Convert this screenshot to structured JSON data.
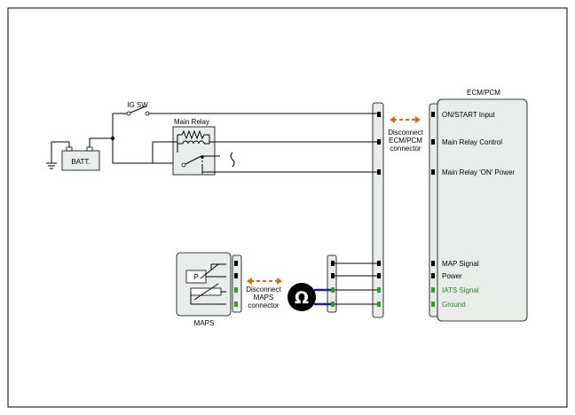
{
  "ecm": {
    "title": "ECM/PCM",
    "pins": [
      {
        "label": "ON/START Input",
        "color": "#000000"
      },
      {
        "label": "Main Relay Control",
        "color": "#000000"
      },
      {
        "label": "Main Relay 'ON' Power",
        "color": "#000000"
      },
      {
        "label": "MAP Signal",
        "color": "#000000"
      },
      {
        "label": "Power",
        "color": "#000000"
      },
      {
        "label": "IATS Signal",
        "color": "#1a8a2a"
      },
      {
        "label": "Ground",
        "color": "#1a8a2a"
      }
    ]
  },
  "ig_switch": {
    "label": "IG SW"
  },
  "battery": {
    "label": "BATT."
  },
  "main_relay": {
    "label": "Main Relay"
  },
  "disconnect_ecm": {
    "lines": [
      "Disconnect",
      "ECM/PCM",
      "connector"
    ]
  },
  "maps": {
    "label": "MAPS",
    "sensor_letter": "P"
  },
  "disconnect_maps": {
    "lines": [
      "Disconnect",
      "MAPS",
      "connector"
    ]
  },
  "ohmmeter": {
    "symbol": "Ω"
  },
  "colors": {
    "accent_arrow": "#e8620e",
    "meter_lead": "#1a1aa0",
    "signal_green": "#1a8a2a",
    "component_fill": "#e8ede9"
  }
}
